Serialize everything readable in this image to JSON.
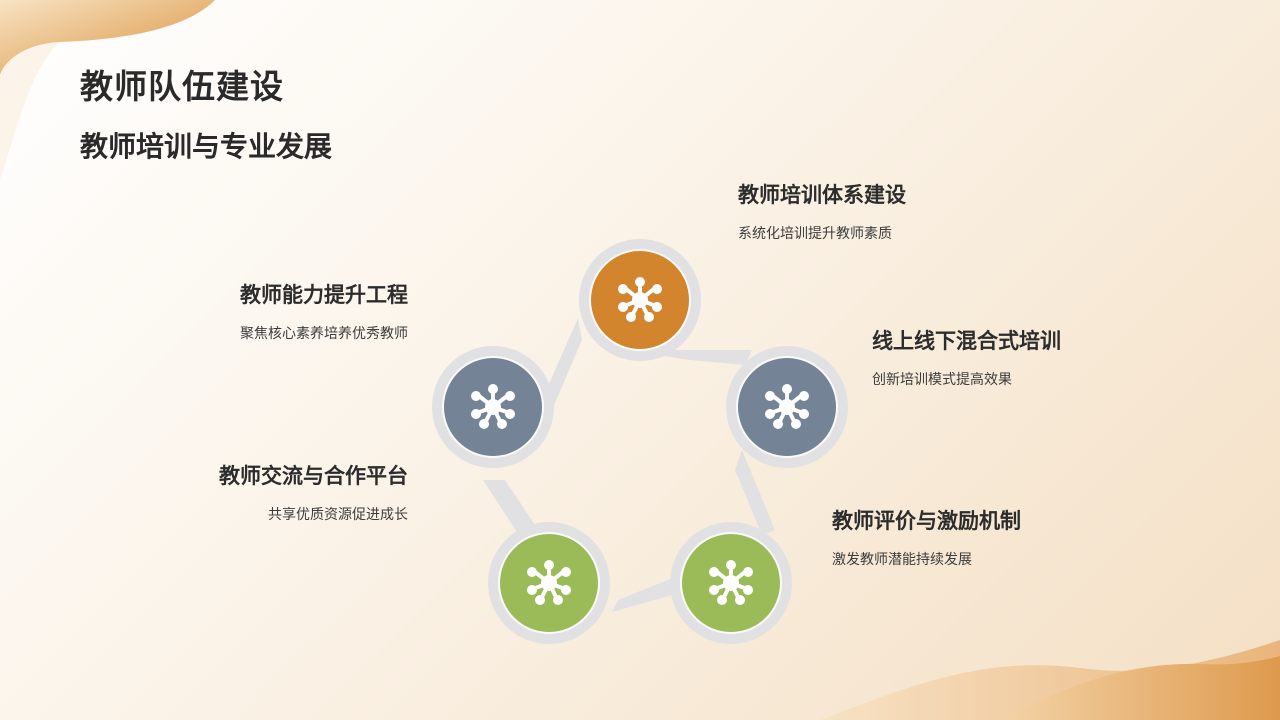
{
  "header": {
    "title": "教师队伍建设",
    "subtitle": "教师培训与专业发展"
  },
  "items": [
    {
      "title": "教师培训体系建设",
      "desc": "系统化培训提升教师素质",
      "color": "#d2852c"
    },
    {
      "title": "线上线下混合式培训",
      "desc": "创新培训模式提高效果",
      "color": "#758396"
    },
    {
      "title": "教师评价与激励机制",
      "desc": "激发教师潜能持续发展",
      "color": "#9bbb59"
    },
    {
      "title": "教师交流与合作平台",
      "desc": "共享优质资源促进成长",
      "color": "#9bbb59"
    },
    {
      "title": "教师能力提升工程",
      "desc": "聚焦核心素养培养优秀教师",
      "color": "#758396"
    }
  ],
  "node_icon": "network-hub-icon"
}
